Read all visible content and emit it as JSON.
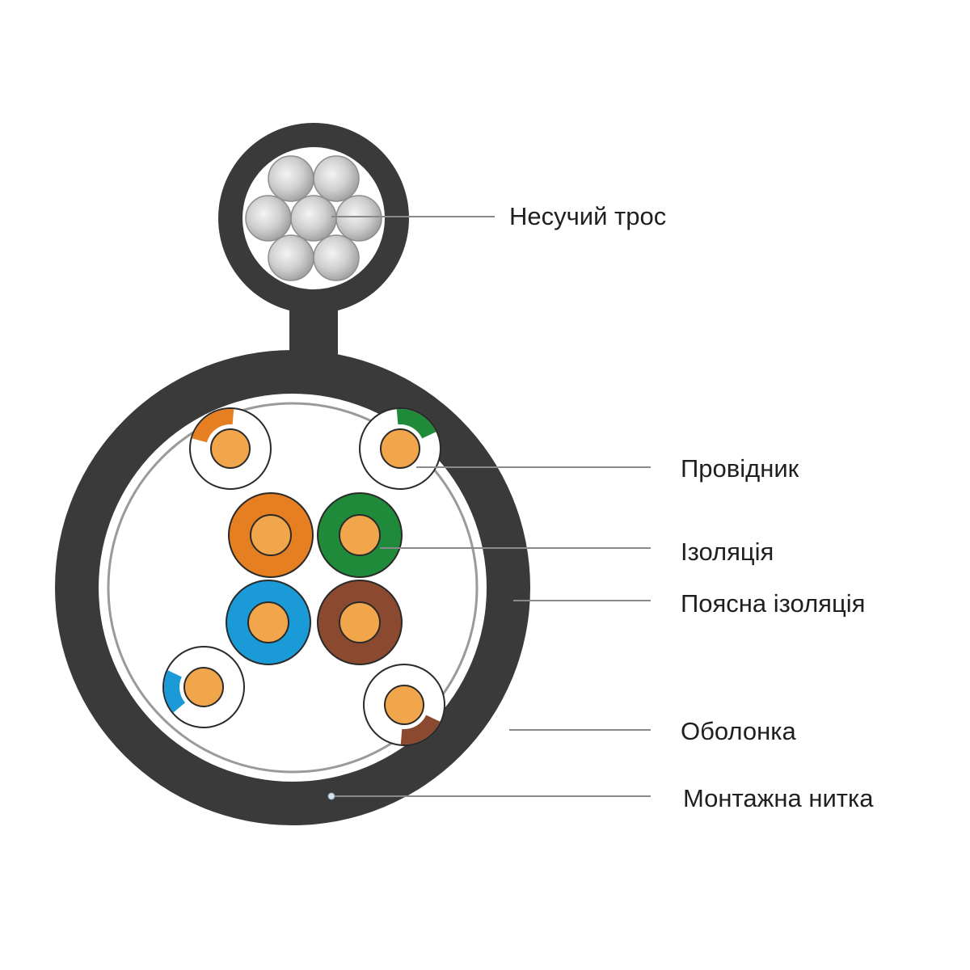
{
  "labels": {
    "messenger": "Несучий трос",
    "conductor": "Провідник",
    "insulation": "Ізоляція",
    "belt_insulation": "Поясна ізоляція",
    "jacket": "Оболонка",
    "ripcord": "Монтажна нитка"
  },
  "colors": {
    "jacket": "#3a3a3a",
    "copper": "#f2a64b",
    "orange": "#e67e22",
    "green": "#1f8a3a",
    "blue": "#1a9ad6",
    "brown": "#8b4a2f",
    "steel": "#c9c9c9",
    "belt": "#9a9a9a",
    "leader": "#8a8a8a"
  },
  "pairs": [
    "orange",
    "green",
    "blue",
    "brown"
  ]
}
